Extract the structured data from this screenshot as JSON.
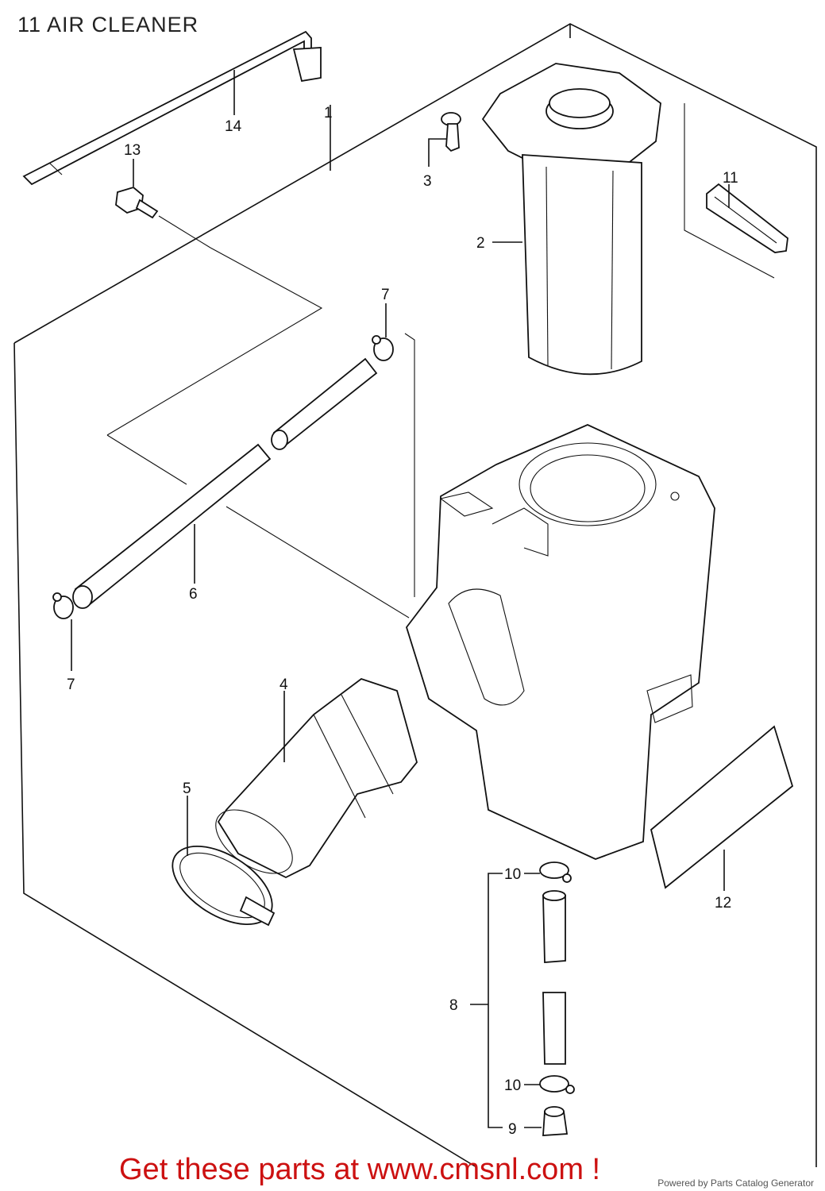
{
  "title": "11 AIR CLEANER",
  "callouts": {
    "c1": "1",
    "c2": "2",
    "c3": "3",
    "c4": "4",
    "c5": "5",
    "c6": "6",
    "c7a": "7",
    "c7b": "7",
    "c8": "8",
    "c9": "9",
    "c10a": "10",
    "c10b": "10",
    "c11": "11",
    "c12": "12",
    "c13": "13",
    "c14": "14"
  },
  "footer": {
    "cta": "Get these parts at www.cmsnl.com !",
    "powered": "Powered by Parts Catalog Generator"
  }
}
